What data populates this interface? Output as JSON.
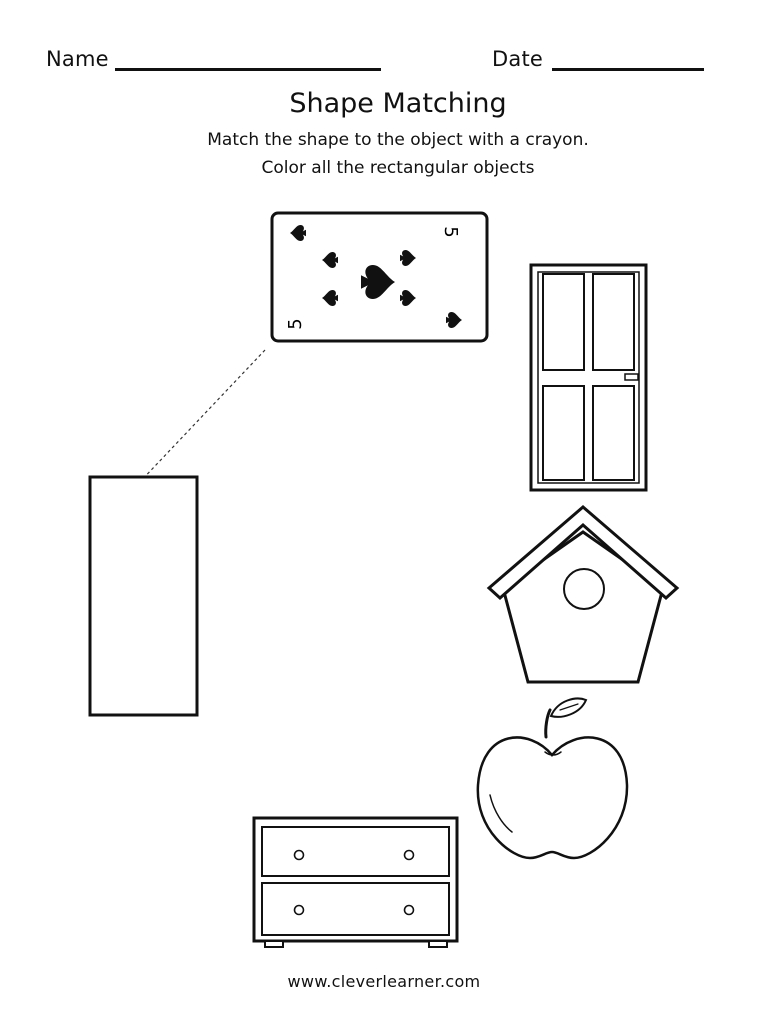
{
  "header": {
    "name_label": "Name",
    "date_label": "Date"
  },
  "title": "Shape Matching",
  "instructions": [
    "Match the shape to the object with a crayon.",
    "Color all the rectangular objects"
  ],
  "card": {
    "rank": "5"
  },
  "footer": {
    "url": "www.cleverlearner.com"
  }
}
